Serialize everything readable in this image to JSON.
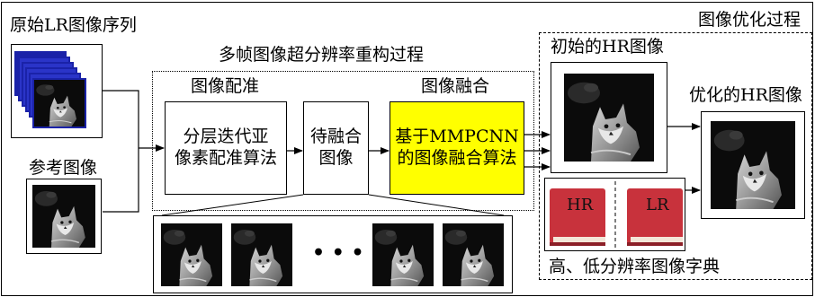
{
  "frame": {
    "lr_sequence_label": "原始LR图像序列",
    "reference_label": "参考图像",
    "sr_process_label": "多帧图像超分辨率重构过程",
    "optimization_label": "图像优化过程"
  },
  "registration": {
    "title": "图像配准",
    "algo_line1": "分层迭代亚",
    "algo_line2": "像素配准算法"
  },
  "to_fuse": {
    "line1": "待融合",
    "line2": "图像"
  },
  "fusion": {
    "title": "图像融合",
    "line1": "基于MMPCNN",
    "line2": "的图像融合算法",
    "color": "#ffff00"
  },
  "initial_hr_label": "初始的HR图像",
  "optimized_hr_label": "优化的HR图像",
  "dictionary": {
    "book_hr": "HR",
    "book_lr": "LR",
    "label": "高、低分辨率图像字典",
    "book_color": "#c8323c"
  },
  "strip": {
    "ellipsis": "• • •"
  },
  "colors": {
    "frame_border": "#1a22a8"
  }
}
